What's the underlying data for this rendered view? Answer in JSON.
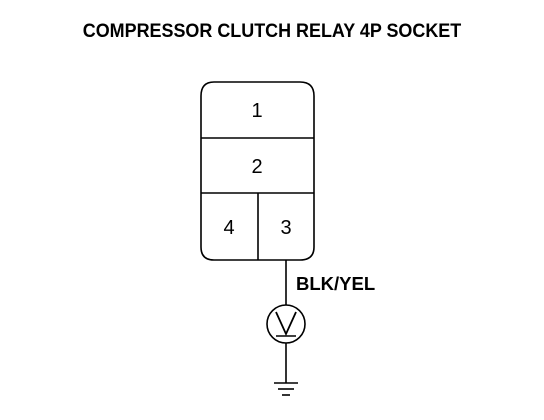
{
  "title": "COMPRESSOR CLUTCH RELAY 4P SOCKET",
  "connector": {
    "pins": [
      {
        "label": "1"
      },
      {
        "label": "2"
      },
      {
        "label": "4"
      },
      {
        "label": "3"
      }
    ]
  },
  "wire": {
    "color_label": "BLK/YEL"
  },
  "meter": {
    "symbol": "V",
    "icon": "voltmeter-icon"
  },
  "ground": {
    "icon": "ground-icon"
  }
}
